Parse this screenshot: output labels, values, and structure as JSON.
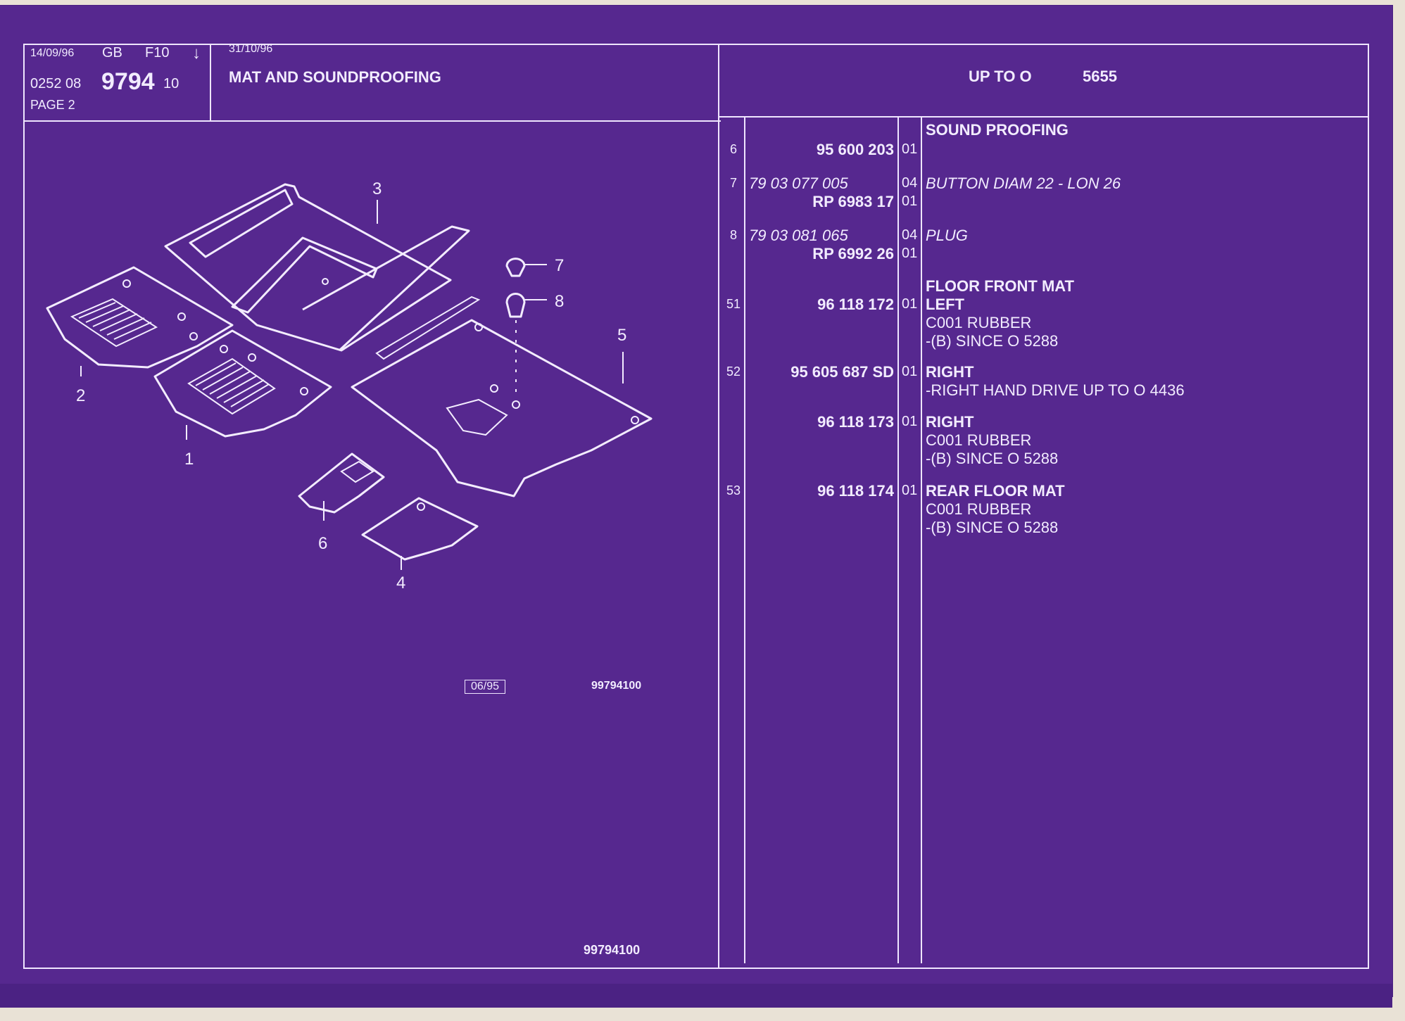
{
  "header": {
    "date_left": "14/09/96",
    "lang": "GB",
    "section": "F10",
    "arrow": "↓",
    "ref_prefix": "0252 08",
    "ref_main": "9794",
    "ref_suffix": "10",
    "page": "PAGE 2",
    "date_right": "31/10/96",
    "title": "MAT AND SOUNDPROOFING",
    "range_prefix": "UP TO O",
    "range_number": "5655"
  },
  "diagram": {
    "callouts": [
      "1",
      "2",
      "3",
      "4",
      "5",
      "6",
      "7",
      "8"
    ],
    "date_box": "06/95",
    "ref_small": "99794100",
    "ref_bottom": "99794100"
  },
  "parts": {
    "rows": [
      {
        "idx": "",
        "num": "",
        "qty": "",
        "desc": "SOUND PROOFING"
      },
      {
        "idx": "6",
        "num": "95 600 203",
        "qty": "01",
        "desc": ""
      },
      {
        "idx": "7",
        "num": "79 03 077 005",
        "qty": "04",
        "desc": "BUTTON DIAM 22 - LON 26"
      },
      {
        "idx": "",
        "num": "RP  6983 17",
        "qty": "01",
        "desc": ""
      },
      {
        "idx": "8",
        "num": "79 03 081 065",
        "qty": "04",
        "desc": "PLUG"
      },
      {
        "idx": "",
        "num": "RP  6992 26",
        "qty": "01",
        "desc": ""
      },
      {
        "idx": "",
        "num": "",
        "qty": "",
        "desc": "FLOOR FRONT MAT"
      },
      {
        "idx": "51",
        "num": "96 118 172",
        "qty": "01",
        "desc": "LEFT"
      },
      {
        "idx": "",
        "num": "",
        "qty": "",
        "desc": "C001 RUBBER"
      },
      {
        "idx": "",
        "num": "",
        "qty": "",
        "desc": "-(B) SINCE  O  5288"
      },
      {
        "idx": "52",
        "num": "95 605 687 SD",
        "qty": "01",
        "desc": "RIGHT"
      },
      {
        "idx": "",
        "num": "",
        "qty": "",
        "desc": "-RIGHT HAND DRIVE UP  TO  O  4436"
      },
      {
        "idx": "",
        "num": "96 118 173",
        "qty": "01",
        "desc": "RIGHT"
      },
      {
        "idx": "",
        "num": "",
        "qty": "",
        "desc": "C001 RUBBER"
      },
      {
        "idx": "",
        "num": "",
        "qty": "",
        "desc": "-(B) SINCE  O  5288"
      },
      {
        "idx": "53",
        "num": "96 118 174",
        "qty": "01",
        "desc": "REAR FLOOR MAT"
      },
      {
        "idx": "",
        "num": "",
        "qty": "",
        "desc": "C001 RUBBER"
      },
      {
        "idx": "",
        "num": "",
        "qty": "",
        "desc": "-(B) SINCE  O  5288"
      }
    ]
  }
}
